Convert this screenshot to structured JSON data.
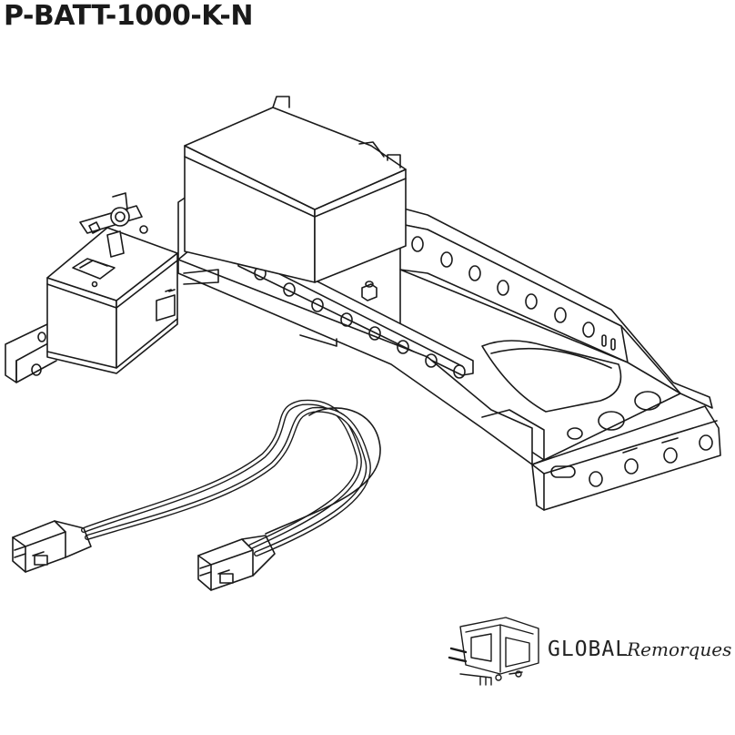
{
  "title": "P-BATT-1000-K-N",
  "logo": {
    "brand_part1": "GLOBAL",
    "brand_part2": "Remorques"
  },
  "colors": {
    "line": "#1a1a1a",
    "fill": "#ffffff"
  }
}
